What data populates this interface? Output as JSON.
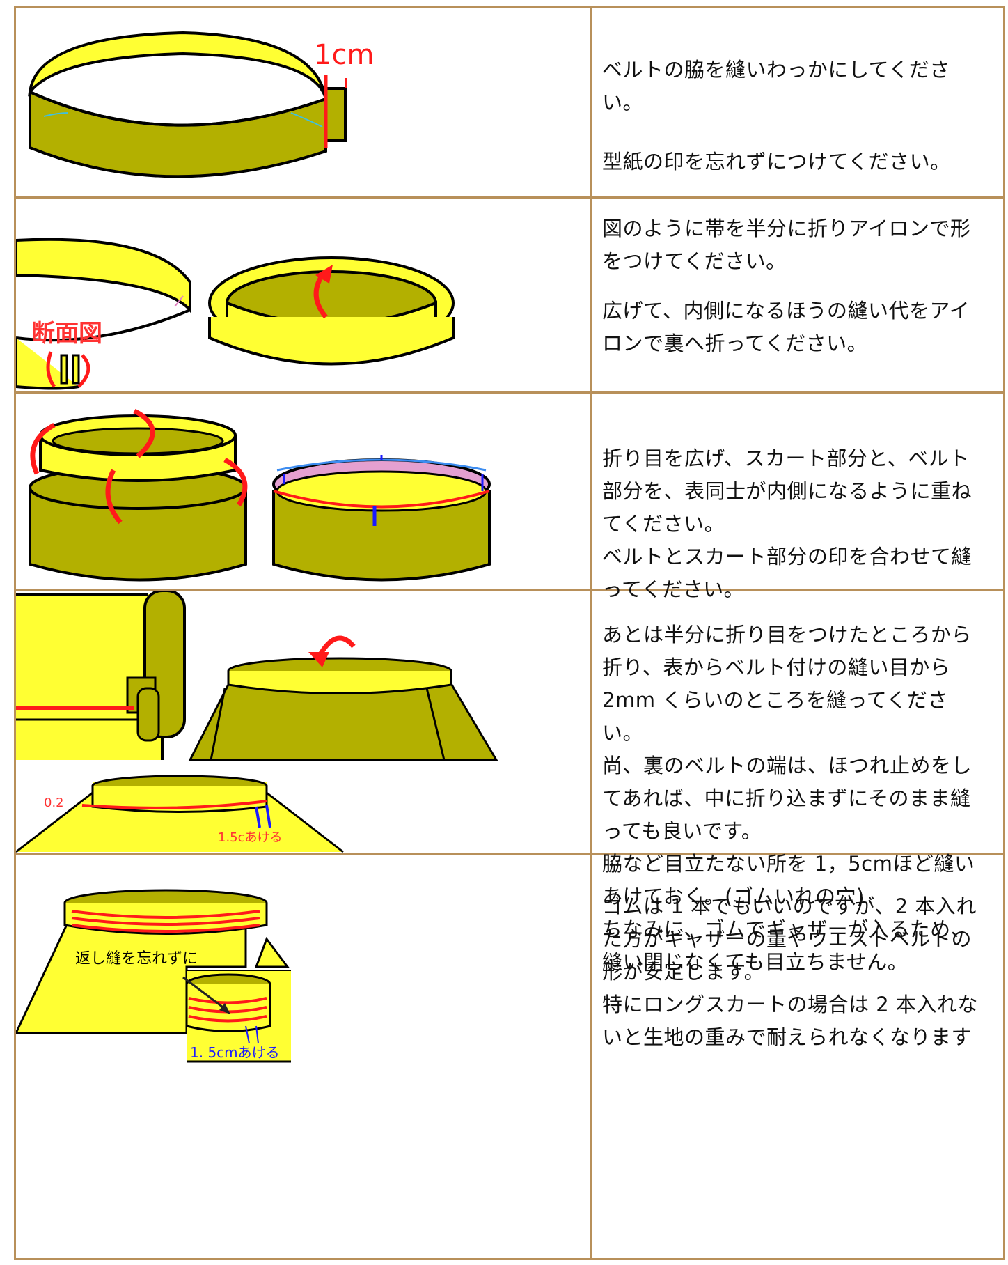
{
  "colors": {
    "border": "#b8905a",
    "yellow": "#ffff33",
    "olive": "#b3b000",
    "red": "#ff1a1a",
    "blue": "#1a1aff"
  },
  "rows": [
    {
      "image": {
        "labels": [
          "1cm"
        ]
      },
      "paragraphs": [
        "ベルトの脇を縫いわっかにしてください。",
        "型紙の印を忘れずにつけてください。"
      ]
    },
    {
      "image": {
        "labels": [
          "断面図"
        ]
      },
      "paragraphs": [
        "図のように帯を半分に折りアイロンで形をつけてください。",
        "広げて、内側になるほうの縫い代をアイロンで裏へ折ってください。"
      ]
    },
    {
      "image": {
        "labels": []
      },
      "paragraphs": [
        "折り目を広げ、スカート部分と、ベルト部分を、表同士が内側になるように重ねてください。",
        "ベルトとスカート部分の印を合わせて縫ってください。"
      ]
    },
    {
      "image": {
        "labels": [
          "0.2",
          "1.5cあける"
        ]
      },
      "paragraphs": [
        "あとは半分に折り目をつけたところから折り、表からベルト付けの縫い目から 2mm くらいのところを縫ってください。",
        "尚、裏のベルトの端は、ほつれ止めをしてあれば、中に折り込まずにそのまま縫っても良いです。",
        "脇など目立たない所を 1，5cmほど縫いあけておく。(ゴムいれの穴)",
        "ちなみに、ゴムでギャザーが入るため、縫い閉じなくても目立ちません。"
      ]
    },
    {
      "image": {
        "labels": [
          "返し縫を忘れずに",
          "1. 5cmあける"
        ]
      },
      "paragraphs": [
        "ゴムは 1 本でもいいのですが、2 本入れた方がギャザーの量やウエストベルトの形が安定します。",
        "特にロングスカートの場合は 2 本入れないと生地の重みで耐えられなくなります"
      ]
    }
  ]
}
